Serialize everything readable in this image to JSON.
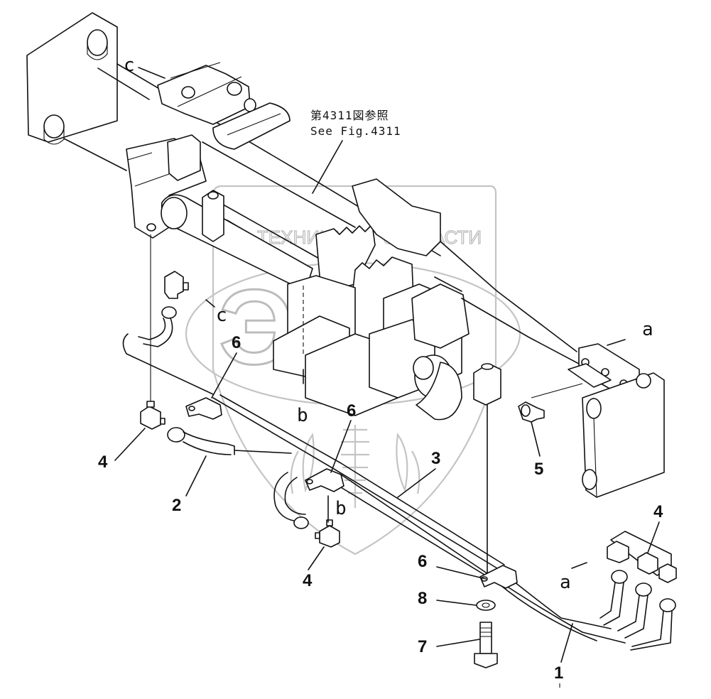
{
  "reference_note": {
    "line1": "第4311図参照",
    "line2": "See Fig.4311"
  },
  "view_letters": [
    "c",
    "c",
    "a",
    "a",
    "b",
    "b"
  ],
  "callouts": [
    "6",
    "6",
    "6",
    "4",
    "4",
    "4",
    "2",
    "3",
    "5",
    "8",
    "7",
    "1"
  ],
  "watermark": {
    "left": "ТЕХНИКА",
    "right": "ЗАПЧАСТИ",
    "logo": "ЭПФ"
  },
  "colors": {
    "line": "#111111",
    "watermark": "#c4c4c4",
    "background": "#ffffff"
  }
}
